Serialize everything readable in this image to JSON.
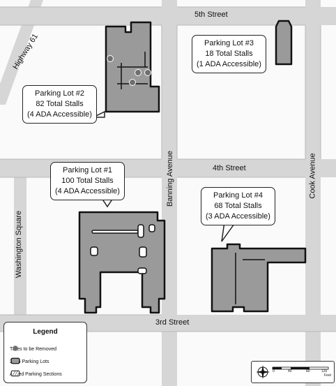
{
  "streets": {
    "fifth": "5th Street",
    "fourth": "4th Street",
    "third": "3rd Street",
    "highway": "Highway 61",
    "banning": "Banning Avenue",
    "cook": "Cook Avenue",
    "washington": "Washington Square"
  },
  "lots": [
    {
      "name": "Parking Lot #1",
      "stalls": "100 Total Stalls",
      "ada": "(4 ADA Accessible)"
    },
    {
      "name": "Parking Lot #2",
      "stalls": "82 Total Stalls",
      "ada": "(4 ADA Accessible)"
    },
    {
      "name": "Parking Lot #3",
      "stalls": "18 Total Stalls",
      "ada": "(1 ADA Accessible)"
    },
    {
      "name": "Parking Lot #4",
      "stalls": "68 Total Stalls",
      "ada": "(3 ADA Accessible)"
    }
  ],
  "legend": {
    "title": "Legend",
    "items": [
      {
        "label": "Trees to be Removed",
        "icon": "tree-icon"
      },
      {
        "label": "2025 Parking Lots",
        "icon": "parking-lot-swatch"
      },
      {
        "label": "Added Parking Sections",
        "icon": "hatch-swatch"
      }
    ]
  },
  "scale": {
    "ticks": [
      "0",
      "40",
      "80",
      "120"
    ],
    "unit": "Feet",
    "icon": "north-arrow-icon"
  },
  "colors": {
    "road": "#d6d6d6",
    "lot_fill": "#9a9a9a",
    "lot_outline": "#111111",
    "background": "#fafafa"
  }
}
